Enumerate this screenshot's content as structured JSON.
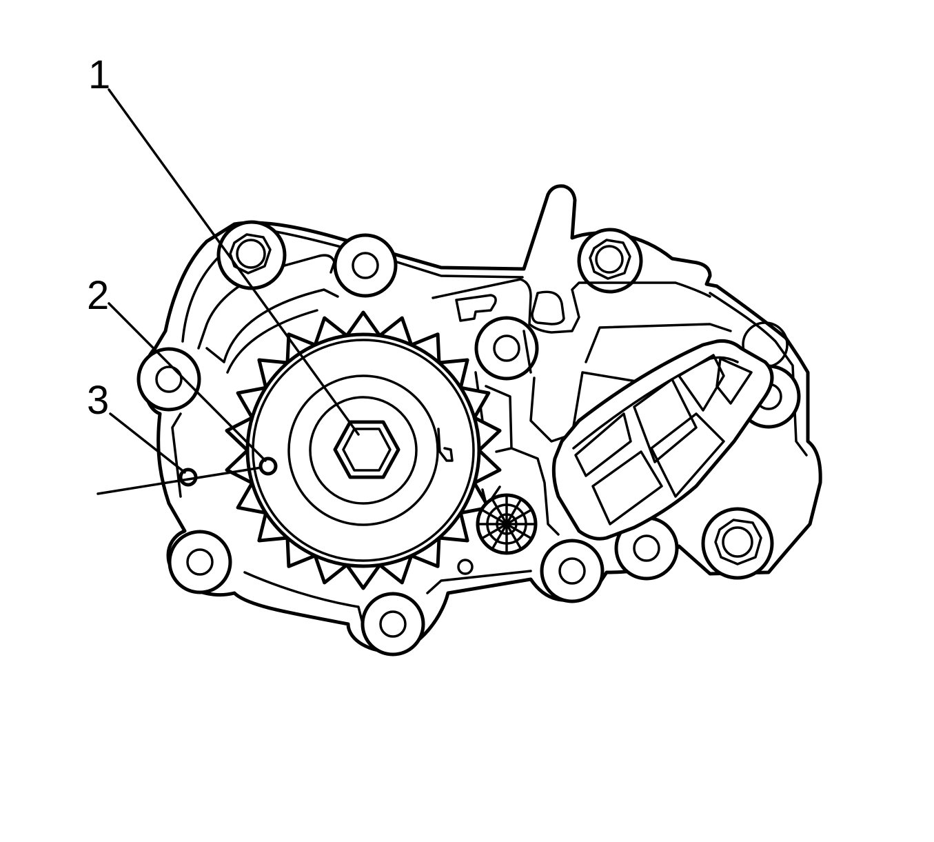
{
  "diagram": {
    "callouts": [
      {
        "id": "1",
        "label": "1"
      },
      {
        "id": "2",
        "label": "2"
      },
      {
        "id": "3",
        "label": "3"
      }
    ],
    "colors": {
      "stroke": "#000000",
      "background": "#ffffff"
    }
  }
}
